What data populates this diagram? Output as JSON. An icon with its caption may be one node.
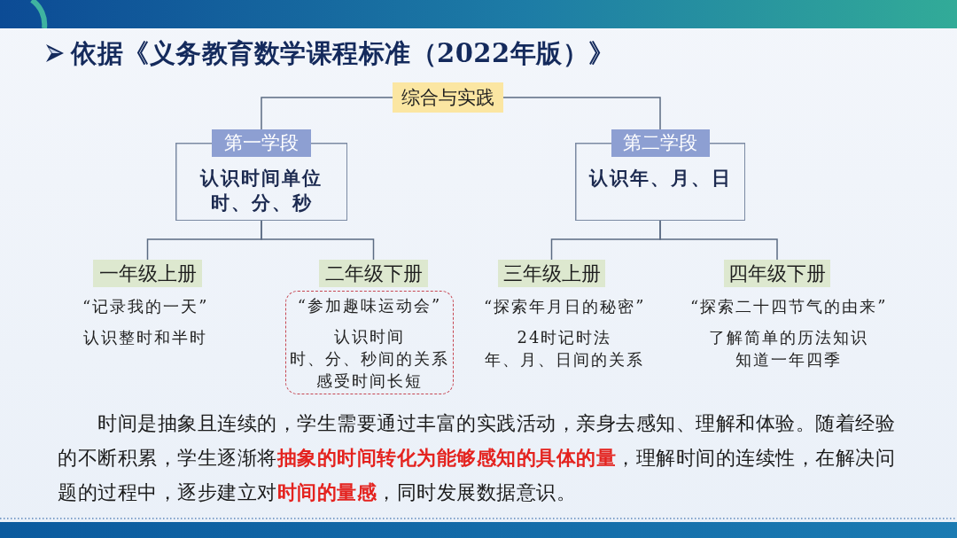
{
  "diagram": {
    "title": "依据《义务教育数学课程标准（2022年版）》",
    "nodes": [
      {
        "text": [
          "综合与实践"
        ]
      },
      {
        "text": [
          "第一学段",
          "认识时间单位",
          "时、分、秒"
        ]
      },
      {
        "text": [
          "第二学段",
          "认识年、月、日"
        ]
      },
      {
        "text": [
          "一年级上册"
        ],
        "beside": [
          "“记录我的一天”",
          "认识整时和半时"
        ]
      },
      {
        "text": [
          "二年级下册"
        ]
      },
      {
        "text": [
          "三年级上册"
        ],
        "beside": [
          "“探索年月日的秘密”",
          "24时记时法",
          "年、月、日间的关系"
        ]
      },
      {
        "text": [
          "四年级下册"
        ],
        "beside": [
          "“探索二十四节气的由来”",
          "了解简单的历法知识",
          "知道一年四季"
        ]
      },
      {
        "text": [
          "“参加趣味运动会”",
          "认识时间",
          "时、分、秒间的关系",
          "感受时间长短"
        ]
      }
    ],
    "edges": [
      {
        "from": 0,
        "to": 1,
        "arrow": "none"
      },
      {
        "from": 0,
        "to": 2,
        "arrow": "none"
      },
      {
        "from": 1,
        "to": 3,
        "arrow": "none"
      },
      {
        "from": 1,
        "to": 4,
        "arrow": "none"
      },
      {
        "from": 2,
        "to": 5,
        "arrow": "none"
      },
      {
        "from": 2,
        "to": 6,
        "arrow": "none"
      }
    ],
    "labels": [
      "时间是抽象且连续的，学生需要通过丰富的实践活动，亲身去感知、理解和体验。随着经验的不断积累，学生逐渐将**抽象的时间转化为能够感知的具体的量**，理解时间的连续性，在解决问题的过程中，逐步建立对**时间的量感**，同时发展数据意识。"
    ]
  }
}
